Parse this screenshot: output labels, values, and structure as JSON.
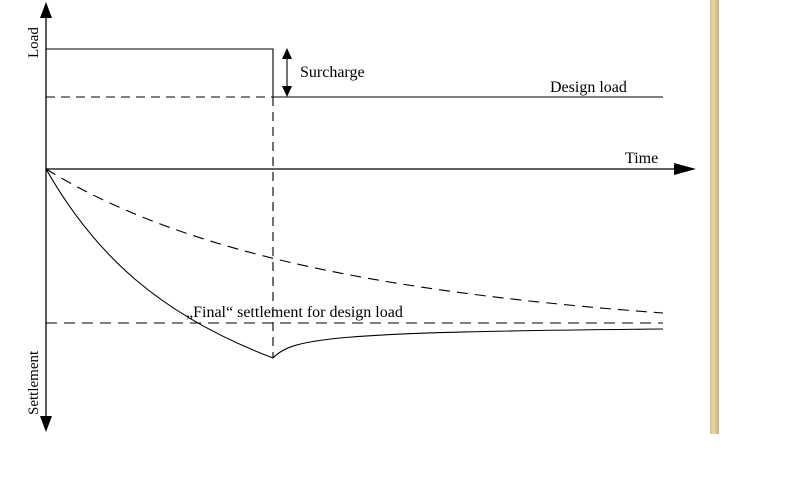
{
  "labels": {
    "load_axis": "Load",
    "settlement_axis": "Settlement",
    "time_axis": "Time",
    "surcharge": "Surcharge",
    "design_load": "Design load",
    "final_settlement": "„Final“ settlement for design load"
  },
  "colors": {
    "line": "#000000",
    "background": "#ffffff",
    "side_strip": "#e0c993"
  }
}
